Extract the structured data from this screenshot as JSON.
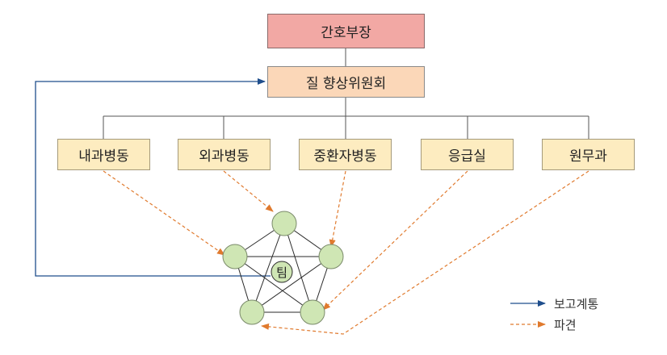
{
  "org": {
    "head": "간호부장",
    "committee": "질 향상위원회",
    "departments": [
      "내과병동",
      "외과병동",
      "중환자병동",
      "응급실",
      "원무과"
    ]
  },
  "team": {
    "label": "팀"
  },
  "legend": {
    "report_line": "보고계통",
    "dispatch": "파견"
  },
  "colors": {
    "report_line": "#1f4e8c",
    "dispatch": "#e07a2e",
    "node_fill": "#cfe6b4",
    "node_stroke": "#7a8a6a"
  }
}
